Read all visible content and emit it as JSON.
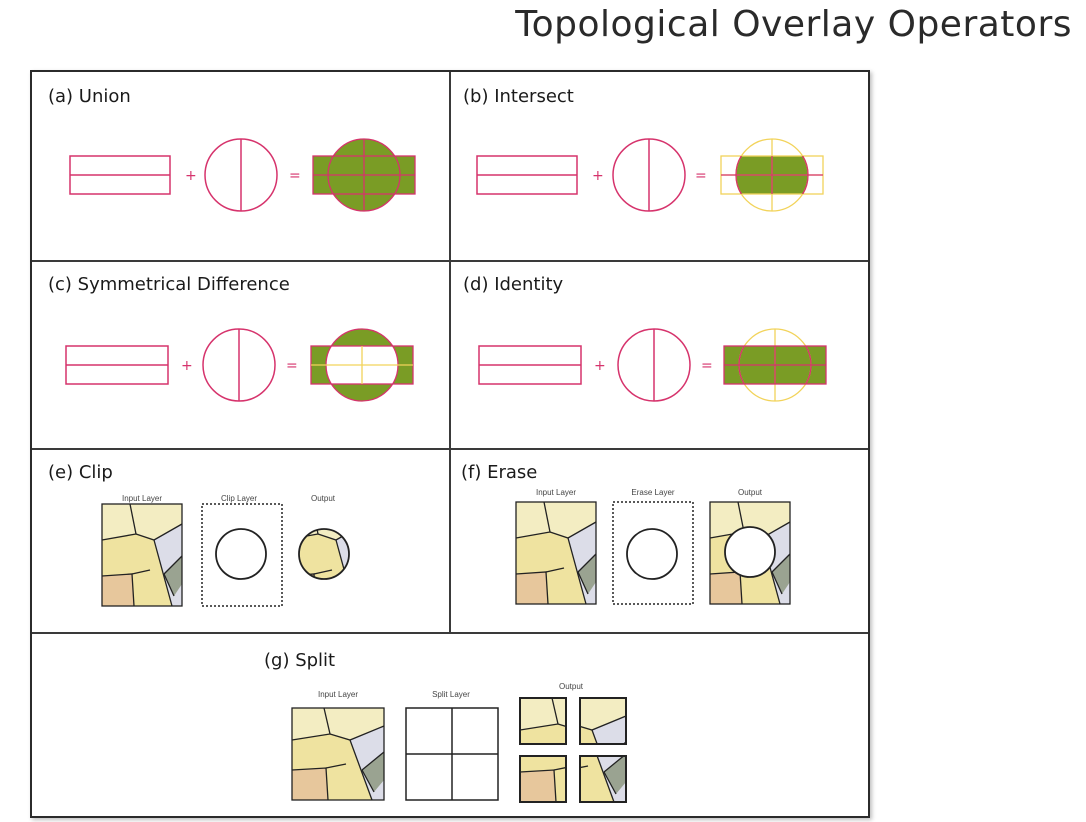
{
  "title": "Topological Overlay Operators",
  "panels": {
    "union": {
      "label": "(a) Union",
      "plus": "+",
      "equals": "="
    },
    "intersect": {
      "label": "(b) Intersect",
      "plus": "+",
      "equals": "="
    },
    "symdiff": {
      "label": "(c) Symmetrical Difference",
      "plus": "+",
      "equals": "="
    },
    "identity": {
      "label": "(d) Identity",
      "plus": "+",
      "equals": "="
    },
    "clip": {
      "label": "(e) Clip",
      "input": "Input Layer",
      "method": "Clip Layer",
      "output": "Output"
    },
    "erase": {
      "label": "(f) Erase",
      "input": "Input Layer",
      "method": "Erase Layer",
      "output": "Output"
    },
    "split": {
      "label": "(g) Split",
      "input": "Input Layer",
      "method": "Split Layer",
      "output": "Output"
    }
  },
  "colors": {
    "outline_red": "#d6336c",
    "fill_green": "#7a9c25",
    "outline_yellow": "#f2d35a",
    "map_yellow": "#efe3a0",
    "map_lightyellow": "#f3edc2",
    "map_orange": "#e7c79c",
    "map_lavender": "#dcdde8",
    "map_gray": "#9aa391"
  }
}
